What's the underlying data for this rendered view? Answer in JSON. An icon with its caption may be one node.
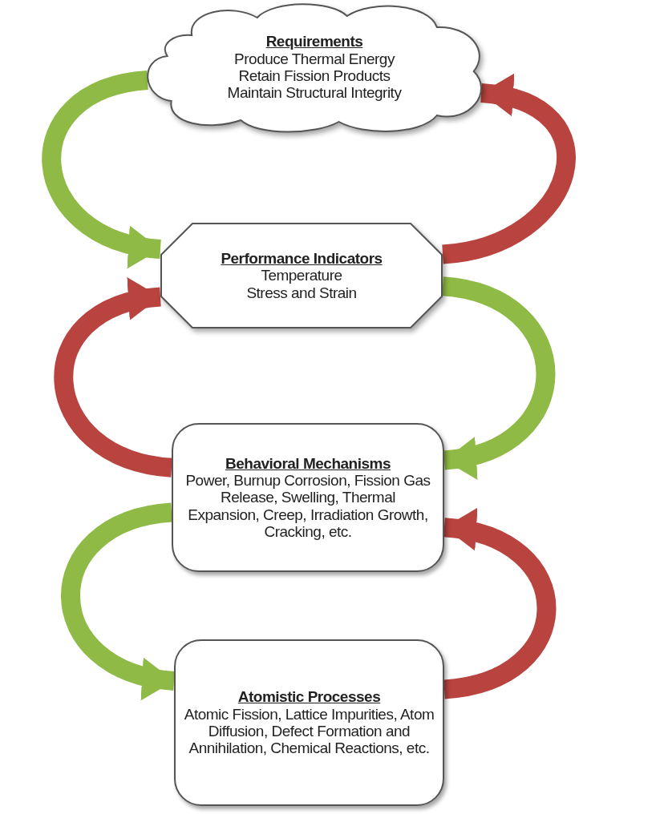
{
  "diagram": {
    "nodes": [
      {
        "text": [
          "Requirements",
          "Produce Thermal Energy",
          "Retain Fission Products",
          "Maintain Structural Integrity"
        ]
      },
      {
        "text": [
          "Performance Indicators",
          "Temperature",
          "Stress and Strain"
        ]
      },
      {
        "text": [
          "Behavioral Mechanisms",
          "Power, Burnup Corrosion, Fission Gas Release, Swelling, Thermal Expansion, Creep, Irradiation Growth, Cracking, etc."
        ]
      },
      {
        "text": [
          "Atomistic Processes",
          "Atomic Fission, Lattice Impurities, Atom Diffusion, Defect Formation and Annihilation, Chemical Reactions, etc."
        ]
      }
    ],
    "edges": [
      {
        "from": 0,
        "to": 1,
        "arrow": "to",
        "color": "#8fba45"
      },
      {
        "from": 1,
        "to": 0,
        "arrow": "to",
        "color": "#b8433f"
      },
      {
        "from": 1,
        "to": 2,
        "arrow": "to",
        "color": "#8fba45"
      },
      {
        "from": 2,
        "to": 1,
        "arrow": "to",
        "color": "#b8433f"
      },
      {
        "from": 2,
        "to": 3,
        "arrow": "to",
        "color": "#8fba45"
      },
      {
        "from": 3,
        "to": 2,
        "arrow": "to",
        "color": "#b8433f"
      }
    ]
  }
}
